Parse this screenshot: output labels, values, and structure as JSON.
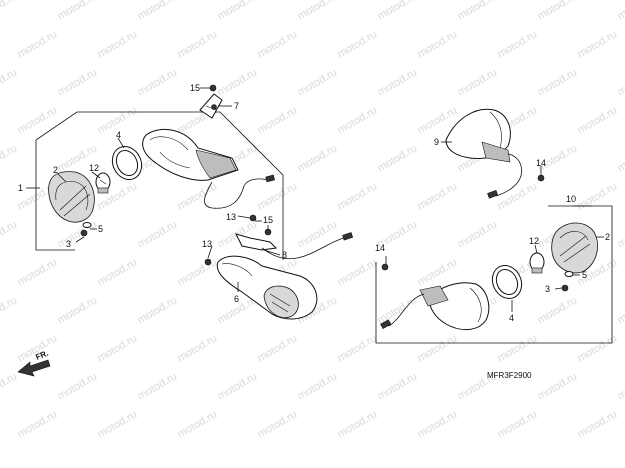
{
  "watermark": "motod.ru",
  "diagram_code": "MFR3F2900",
  "direction_label": "FR.",
  "callouts": {
    "front_1": "1",
    "front_2": "2",
    "front_3": "3",
    "front_4": "4",
    "front_5": "5",
    "front_6": "6",
    "front_7": "7",
    "front_8": "8",
    "front_12": "12",
    "front_13a": "13",
    "front_13b": "13",
    "front_15a": "15",
    "front_15b": "15",
    "rear_9": "9",
    "rear_10": "10",
    "rear_14a": "14",
    "rear_14b": "14",
    "rear_12": "12",
    "rear_2": "2",
    "rear_3": "3",
    "rear_4": "4",
    "rear_5": "5"
  }
}
